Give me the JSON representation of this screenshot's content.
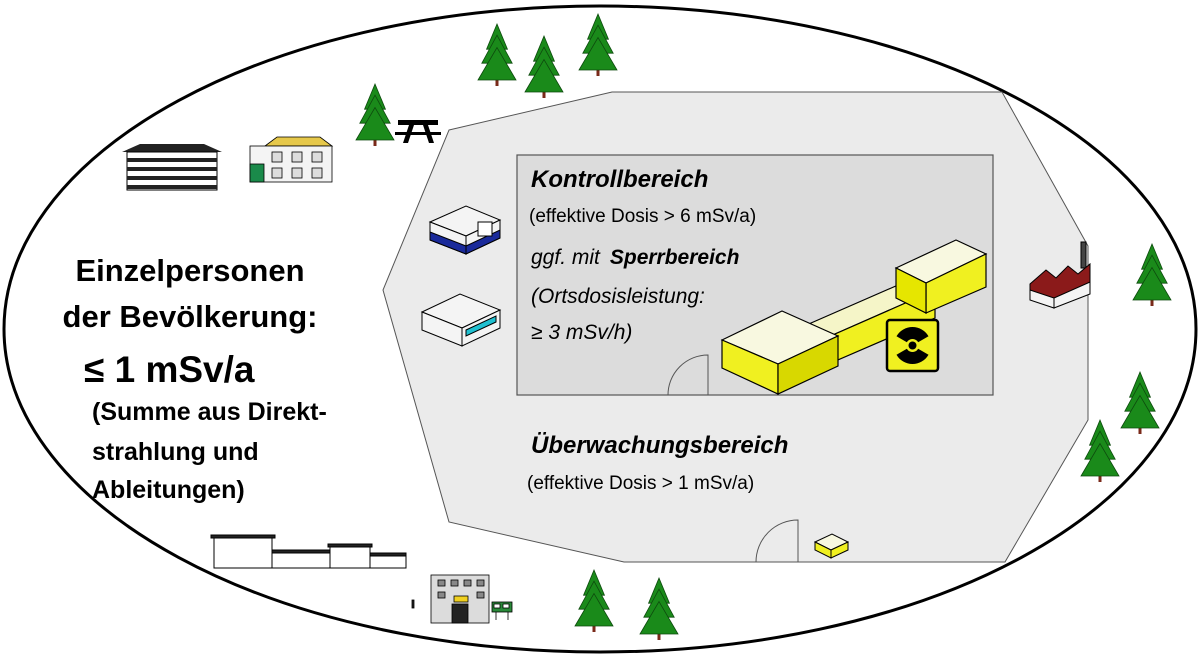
{
  "public_zone": {
    "line1": "Einzelpersonen",
    "line2": "der Bevölkerung:",
    "limit": "≤ 1 mSv/a",
    "note_line1": "(Summe aus Direkt-",
    "note_line2": "strahlung und",
    "note_line3": "Ableitungen)"
  },
  "monitoring_area": {
    "title": "Überwachungsbereich",
    "condition": "(effektive Dosis > 1 mSv/a)"
  },
  "controlled_area": {
    "title": "Kontrollbereich",
    "condition": "(effektive Dosis > 6 mSv/a)",
    "exclusion_intro_prefix": "ggf. mit",
    "exclusion_name": "Sperrbereich",
    "exclusion_condition_line1": "(Ortsdosisleistung:",
    "exclusion_condition_line2": "≥ 3 mSv/h)"
  },
  "colors": {
    "outer_fill": "#ffffff",
    "monitoring_fill": "#ebebeb",
    "controlled_fill": "#dcdcdc",
    "reactor_yellow": "#f0f020",
    "tree_green": "#1a8a1a",
    "trunk_brown": "#7a2a1a",
    "factory_red": "#8b1a1a"
  },
  "icons": [
    "tree-icon",
    "picnic-table-icon",
    "radiation-warning-icon",
    "factory-icon",
    "building-icon"
  ]
}
